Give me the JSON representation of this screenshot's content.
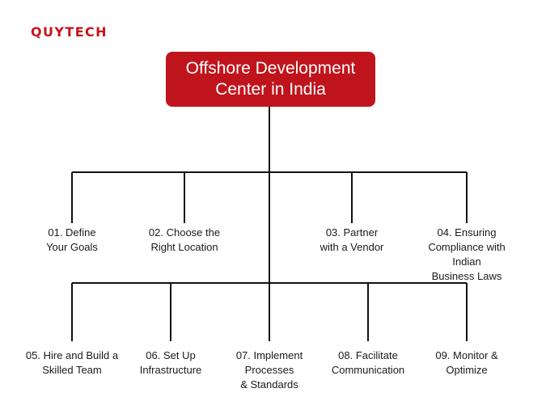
{
  "brand": {
    "logo_text": "QUYTECH",
    "color": "#c4161c"
  },
  "root": {
    "title": "Offshore Development Center in India",
    "color": "#c0141c"
  },
  "steps": [
    {
      "label": "01. Define\nYour Goals"
    },
    {
      "label": "02. Choose the\nRight Location"
    },
    {
      "label": "03. Partner\nwith a Vendor"
    },
    {
      "label": "04. Ensuring\nCompliance with Indian\nBusiness Laws"
    },
    {
      "label": "05. Hire and Build a\nSkilled Team"
    },
    {
      "label": "06. Set Up\nInfrastructure"
    },
    {
      "label": "07. Implement\nProcesses\n& Standards"
    },
    {
      "label": "08. Facilitate\nCommunication"
    },
    {
      "label": "09. Monitor &\nOptimize"
    }
  ]
}
